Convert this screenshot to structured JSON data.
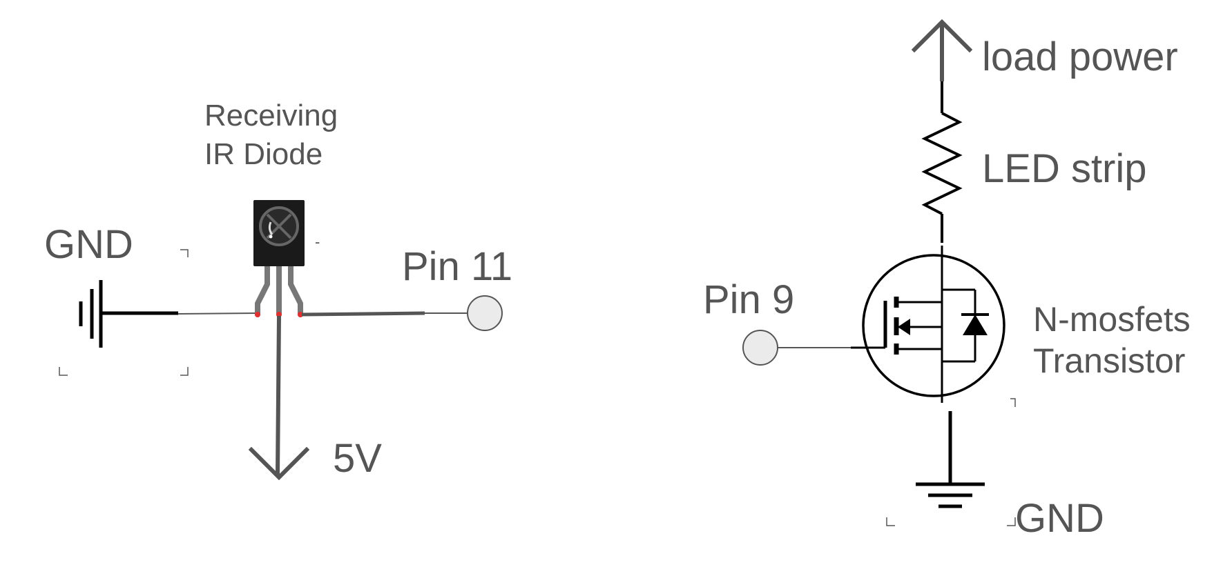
{
  "left_circuit": {
    "gnd_label": "GND",
    "sensor_label_line1": "Receiving",
    "sensor_label_line2": "IR Diode",
    "sensor_mark": "-",
    "pin_label": "Pin 11",
    "supply_label": "5V"
  },
  "right_circuit": {
    "supply_label": "load power",
    "load_label": "LED strip",
    "pin_label": "Pin 9",
    "transistor_label_line1": "N-mosfets",
    "transistor_label_line2": "Transistor",
    "gnd_label": "GND"
  },
  "colors": {
    "wire": "#555555",
    "symbol": "#000000",
    "terminal_fill": "#ebebeb",
    "sensor_body": "#1a1a1a",
    "solder_dot": "#e03030"
  }
}
